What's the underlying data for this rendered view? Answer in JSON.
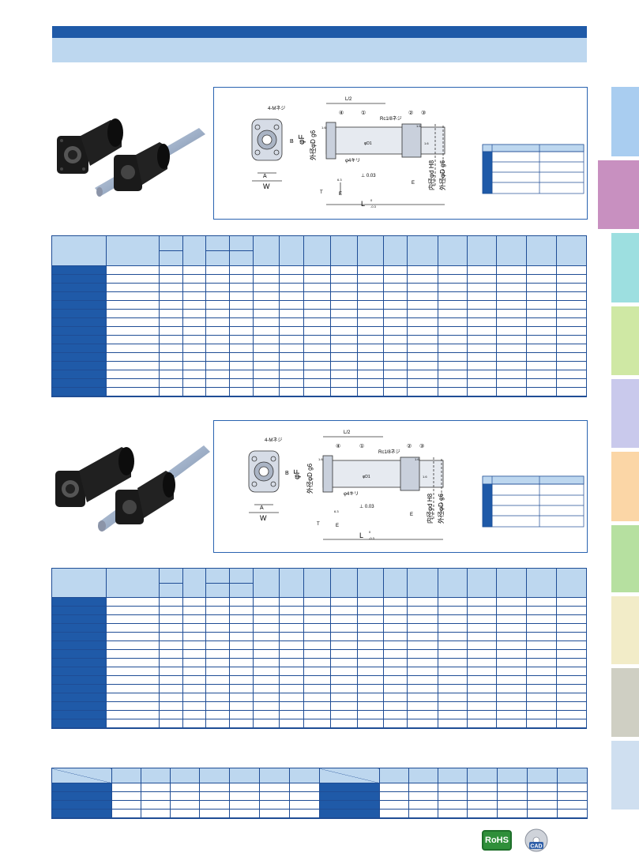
{
  "colors": {
    "header_bar": "#1f5aa8",
    "header_band": "#bdd7ef",
    "table_border": "#1f4d95",
    "table_header": "#bdd7ef",
    "row_header": "#1f5aa8",
    "frame": "#2a63b0"
  },
  "side_tabs": [
    {
      "color": "#a9cdf0"
    },
    {
      "color": "#c890c0"
    },
    {
      "color": "#9ddfe0"
    },
    {
      "color": "#cfe8a4"
    },
    {
      "color": "#c9c9ec"
    },
    {
      "color": "#fbd6a6"
    },
    {
      "color": "#b6e0a0"
    },
    {
      "color": "#f2ecc8"
    },
    {
      "color": "#cfcfc3"
    },
    {
      "color": "#cfdff0"
    }
  ],
  "diagram": {
    "label_4m": "4-Mネジ",
    "label_L2": "L/2",
    "label_rc": "Rc1/8ネジ",
    "label_phiF": "φF",
    "label_od_left": "外径φD g6",
    "label_id": "内径φd H8",
    "label_od_right": "外径φD g6",
    "label_B": "B",
    "label_A": "A",
    "label_W": "W",
    "label_T": "T",
    "label_E": "E",
    "label_E2": "E",
    "label_L": "L",
    "label_L_tol_top": "0",
    "label_L_tol_bot": "-0.3",
    "label_drill": "φ4キリ",
    "label_perp": "⊥ 0.03",
    "label_63": "6.3",
    "label_16a": "1.6",
    "label_16b": "1.6",
    "label_16c": "1.6",
    "label_phiD1": "φD1",
    "num1": "①",
    "num2": "②",
    "num3": "③",
    "num4": "④"
  },
  "badges": {
    "rohs": "RoHS",
    "cad": "CAD"
  }
}
